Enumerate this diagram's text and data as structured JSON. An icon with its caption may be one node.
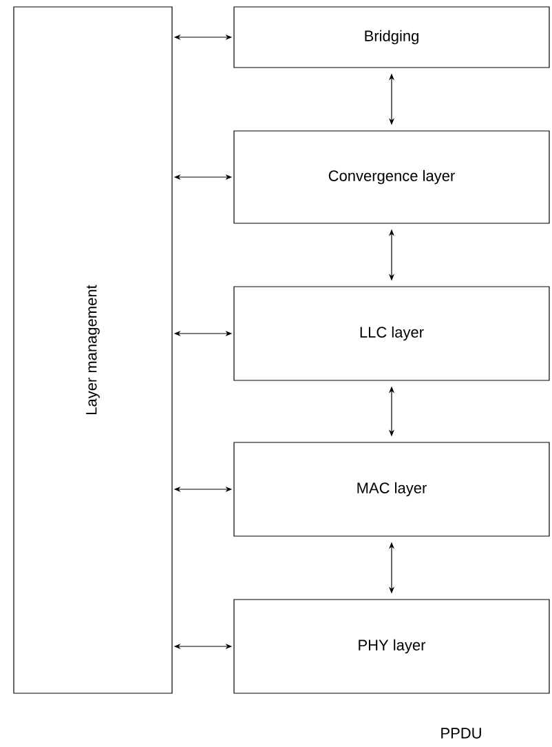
{
  "diagram": {
    "nodes": [
      {
        "text": [
          "Layer management"
        ]
      },
      {
        "text": [
          "Bridging"
        ]
      },
      {
        "text": [
          "Convergence layer"
        ]
      },
      {
        "text": [
          "LLC layer"
        ]
      },
      {
        "text": [
          "MAC layer"
        ]
      },
      {
        "text": [
          "PHY layer"
        ]
      }
    ],
    "edges": [
      {
        "from": 0,
        "to": 1,
        "arrow": "both"
      },
      {
        "from": 0,
        "to": 2,
        "arrow": "both"
      },
      {
        "from": 0,
        "to": 3,
        "arrow": "both"
      },
      {
        "from": 0,
        "to": 4,
        "arrow": "both"
      },
      {
        "from": 0,
        "to": 5,
        "arrow": "both"
      },
      {
        "from": 1,
        "to": 2,
        "arrow": "both"
      },
      {
        "from": 2,
        "to": 3,
        "arrow": "both"
      },
      {
        "from": 3,
        "to": 4,
        "arrow": "both"
      },
      {
        "from": 4,
        "to": 5,
        "arrow": "both"
      }
    ],
    "labels": [
      "PPDU"
    ]
  }
}
